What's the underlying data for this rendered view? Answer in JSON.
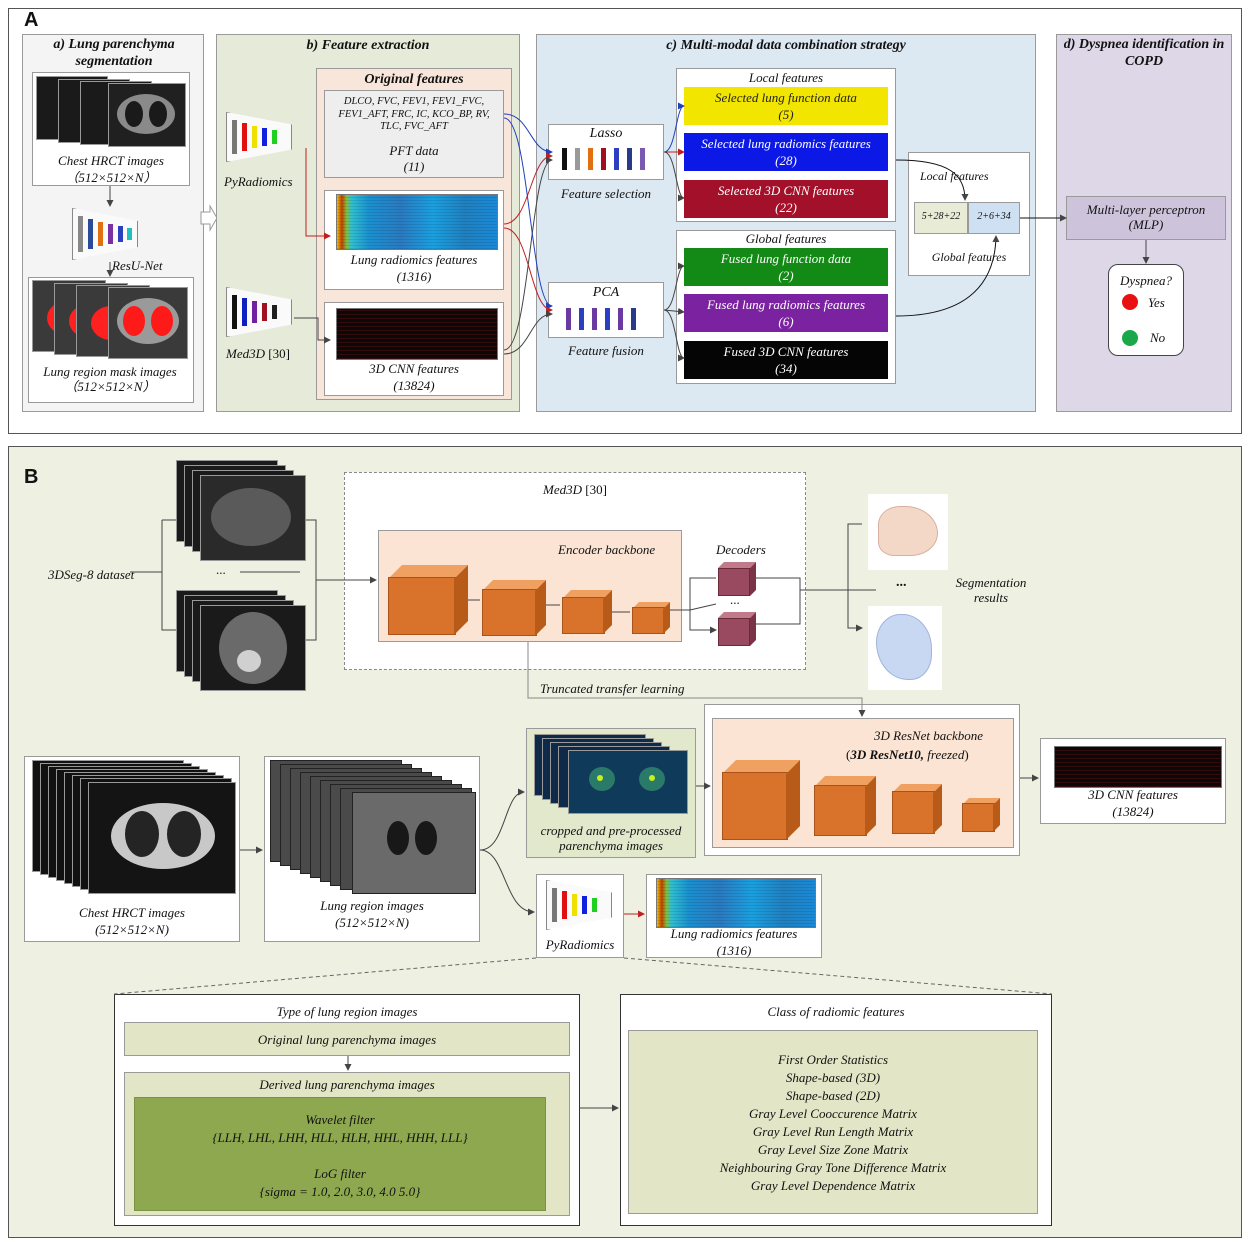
{
  "panel_a": {
    "letter": "A",
    "seg": {
      "title": "a) Lung parenchyma segmentation",
      "chest_label": "Chest HRCT images",
      "chest_dims": "（512×512×N）",
      "net_label": "ResU-Net",
      "mask_label": "Lung region mask images（512×512×N）"
    },
    "feat": {
      "title": "b) Feature extraction",
      "pyradiomics": "PyRadiomics",
      "med3d": "Med3D",
      "med3d_ref": "[30]",
      "original_title": "Original features",
      "pft_list": "DLCO, FVC, FEV1, FEV1_FVC, FEV1_AFT, FRC, IC, KCO_BP, RV, TLC, FVC_AFT",
      "pft_label": "PFT data",
      "pft_count": "(11)",
      "radiomics_label": "Lung radiomics features",
      "radiomics_count": "(1316)",
      "cnn_label": "3D CNN features",
      "cnn_count": "(13824)"
    },
    "combo": {
      "title": "c) Multi-modal data combination strategy",
      "lasso": "Lasso",
      "feature_selection": "Feature selection",
      "pca": "PCA",
      "feature_fusion": "Feature fusion",
      "local_title": "Local features",
      "global_title": "Global features",
      "local_items": [
        {
          "label": "Selected lung function data",
          "count": "(5)",
          "bg": "#f2e600",
          "fg": "#222222"
        },
        {
          "label": "Selected lung radiomics features",
          "count": "(28)",
          "bg": "#0b18e6",
          "fg": "#ffffff"
        },
        {
          "label": "Selected 3D CNN features",
          "count": "(22)",
          "bg": "#a3102a",
          "fg": "#ffffff"
        }
      ],
      "global_items": [
        {
          "label": "Fused  lung function data",
          "count": "(2)",
          "bg": "#138a16",
          "fg": "#ffffff"
        },
        {
          "label": "Fused  lung radiomics features",
          "count": "(6)",
          "bg": "#7a22a0",
          "fg": "#ffffff"
        },
        {
          "label": "Fused  3D CNN features",
          "count": "(34)",
          "bg": "#050505",
          "fg": "#ffffff"
        }
      ],
      "local_small": "Local features",
      "global_small": "Global features",
      "local_sum": "5+28+22",
      "global_sum": "2+6+34"
    },
    "dysp": {
      "title": "d) Dyspnea identification in COPD",
      "mlp": "Multi-layer perceptron (MLP)",
      "question": "Dyspnea?",
      "yes": "Yes",
      "no": "No"
    }
  },
  "panel_b": {
    "letter": "B",
    "dataset": "3DSeg-8 dataset",
    "ellipsis": "...",
    "med3d": "Med3D",
    "med3d_ref": "[30]",
    "encoder": "Encoder backbone",
    "decoders": "Decoders",
    "dec_dots": "...",
    "seg_results": "Segmentation results",
    "seg_dots": "...",
    "truncated": "Truncated transfer learning",
    "resnet_title": "3D ResNet backbone",
    "resnet_sub_bold": "3D ResNet10,",
    "resnet_sub_rest": " freezed",
    "cnn_label": "3D CNN features",
    "cnn_count": "(13824)",
    "chest_label": "Chest HRCT images",
    "chest_dims": "(512×512×N)",
    "lung_label": "Lung region images",
    "lung_dims": "(512×512×N)",
    "cropped": "cropped and pre-processed parenchyma images",
    "pyradiomics": "PyRadiomics",
    "radiomics_label": "Lung radiomics features",
    "radiomics_count": "(1316)",
    "type_title": "Type of lung region images",
    "original_images": "Original lung parenchyma images",
    "derived_images": "Derived lung parenchyma images",
    "wavelet_title": "Wavelet filter",
    "wavelet_set": "{LLH, LHL, LHH, HLL, HLH, HHL, HHH, LLL}",
    "log_title": "LoG filter",
    "log_set": "{sigma = 1.0, 2.0, 3.0, 4.0 5.0}",
    "class_title": "Class of radiomic features",
    "classes": [
      "First Order Statistics",
      "Shape-based (3D)",
      "Shape-based (2D)",
      "Gray Level Cooccurence Matrix",
      "Gray Level Run Length Matrix",
      "Gray Level Size Zone Matrix",
      "Neighbouring Gray Tone Difference Matrix",
      "Gray Level Dependence Matrix"
    ]
  }
}
